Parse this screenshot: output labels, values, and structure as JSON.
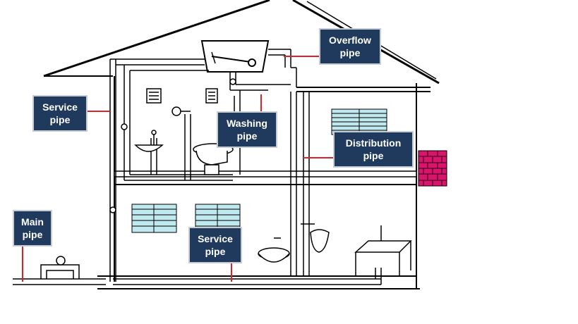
{
  "labels": {
    "overflow": {
      "line1": "Overflow",
      "line2": "pipe"
    },
    "service_upper": {
      "line1": "Service",
      "line2": "pipe"
    },
    "washing": {
      "line1": "Washing",
      "line2": "pipe"
    },
    "distribution": {
      "line1": "Distribution",
      "line2": "pipe"
    },
    "main": {
      "line1": "Main",
      "line2": "pipe"
    },
    "service_lower": {
      "line1": "Service",
      "line2": "pipe"
    }
  },
  "colors": {
    "label_bg": "#1f3a5c",
    "leader_line": "#d9242a",
    "window": "#bfe9ee",
    "brick": "#d8156a",
    "outline": "#000000"
  },
  "icons": [
    "house-outline",
    "water-tank",
    "wash-basin",
    "toilet",
    "shower",
    "sink",
    "brick-chimney",
    "window"
  ]
}
